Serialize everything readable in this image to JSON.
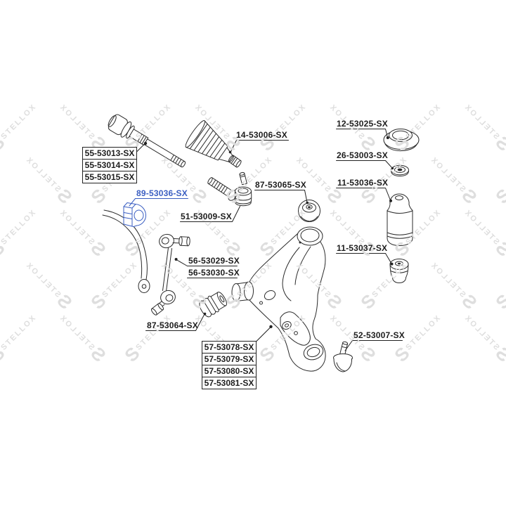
{
  "diagram": {
    "type": "front-suspension-parts-diagram",
    "colors": {
      "accent": "#3a5ec2",
      "line": "#2b2b2b",
      "label": "#1d1d1d",
      "watermark": "#dedede"
    },
    "watermark": {
      "logo_char": "S",
      "text": "STELLOX"
    },
    "parts": {
      "tie_rod_inner": {
        "numbers": [
          "55-53013-SX",
          "55-53014-SX",
          "55-53015-SX"
        ]
      },
      "stab_bushing": {
        "number": "89-53036-SX",
        "highlighted": true
      },
      "steering_boot": {
        "number": "14-53006-SX"
      },
      "tie_rod_end": {
        "number": "51-53009-SX"
      },
      "arm_front_bushing": {
        "number": "87-53065-SX"
      },
      "strut_mount": {
        "number": "12-53025-SX"
      },
      "strut_bearing": {
        "number": "26-53003-SX"
      },
      "bump_stop": {
        "number": "11-53036-SX"
      },
      "shock_boot": {
        "number": "11-53037-SX"
      },
      "stab_link": {
        "numbers": [
          "56-53029-SX",
          "56-53030-SX"
        ]
      },
      "arm_rear_bushing": {
        "number": "87-53064-SX"
      },
      "control_arm": {
        "numbers": [
          "57-53078-SX",
          "57-53079-SX",
          "57-53080-SX",
          "57-53081-SX"
        ]
      },
      "ball_joint": {
        "number": "52-53007-SX"
      }
    }
  }
}
